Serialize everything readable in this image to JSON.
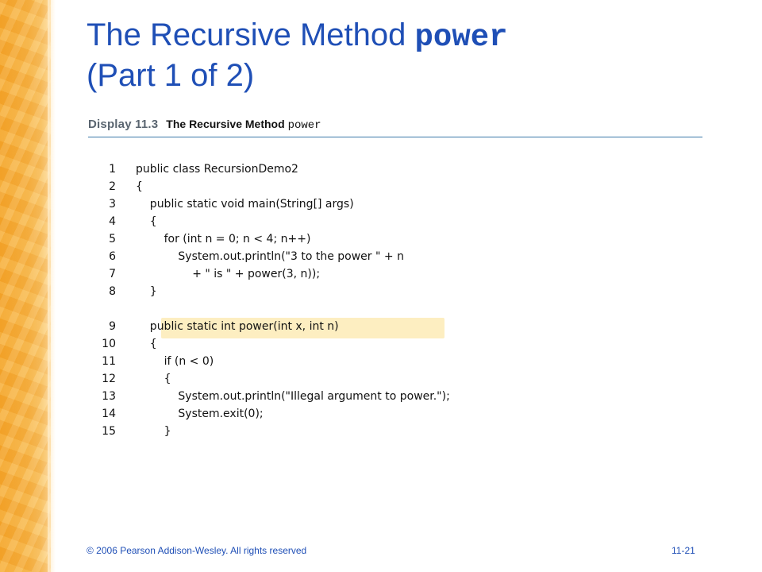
{
  "slide": {
    "title_prefix": "The Recursive Method ",
    "title_code": "power",
    "title_suffix": "(Part 1 of 2)"
  },
  "display": {
    "label": "Display 11.3",
    "title_prefix": "The Recursive Method ",
    "title_code": "power"
  },
  "code_lines": [
    {
      "num": "1",
      "text": "public class RecursionDemo2"
    },
    {
      "num": "2",
      "text": "{"
    },
    {
      "num": "3",
      "text": "    public static void main(String[] args)"
    },
    {
      "num": "4",
      "text": "    {"
    },
    {
      "num": "5",
      "text": "        for (int n = 0; n < 4; n++)"
    },
    {
      "num": "6",
      "text": "            System.out.println(\"3 to the power \" + n"
    },
    {
      "num": "7",
      "text": "                + \" is \" + power(3, n));"
    },
    {
      "num": "8",
      "text": "    }"
    },
    {
      "num": "9",
      "text": "    public static int power(int x, int n)"
    },
    {
      "num": "10",
      "text": "    {"
    },
    {
      "num": "11",
      "text": "        if (n < 0)"
    },
    {
      "num": "12",
      "text": "        {"
    },
    {
      "num": "13",
      "text": "            System.out.println(\"Illegal argument to power.\");"
    },
    {
      "num": "14",
      "text": "            System.exit(0);"
    },
    {
      "num": "15",
      "text": "        }"
    }
  ],
  "footer": {
    "copyright": "© 2006 Pearson Addison-Wesley. All rights reserved",
    "page_number": "11-21"
  },
  "colors": {
    "title": "#1f4fb6",
    "highlight": "#fdeec1",
    "side_band": "#f4a62c"
  }
}
